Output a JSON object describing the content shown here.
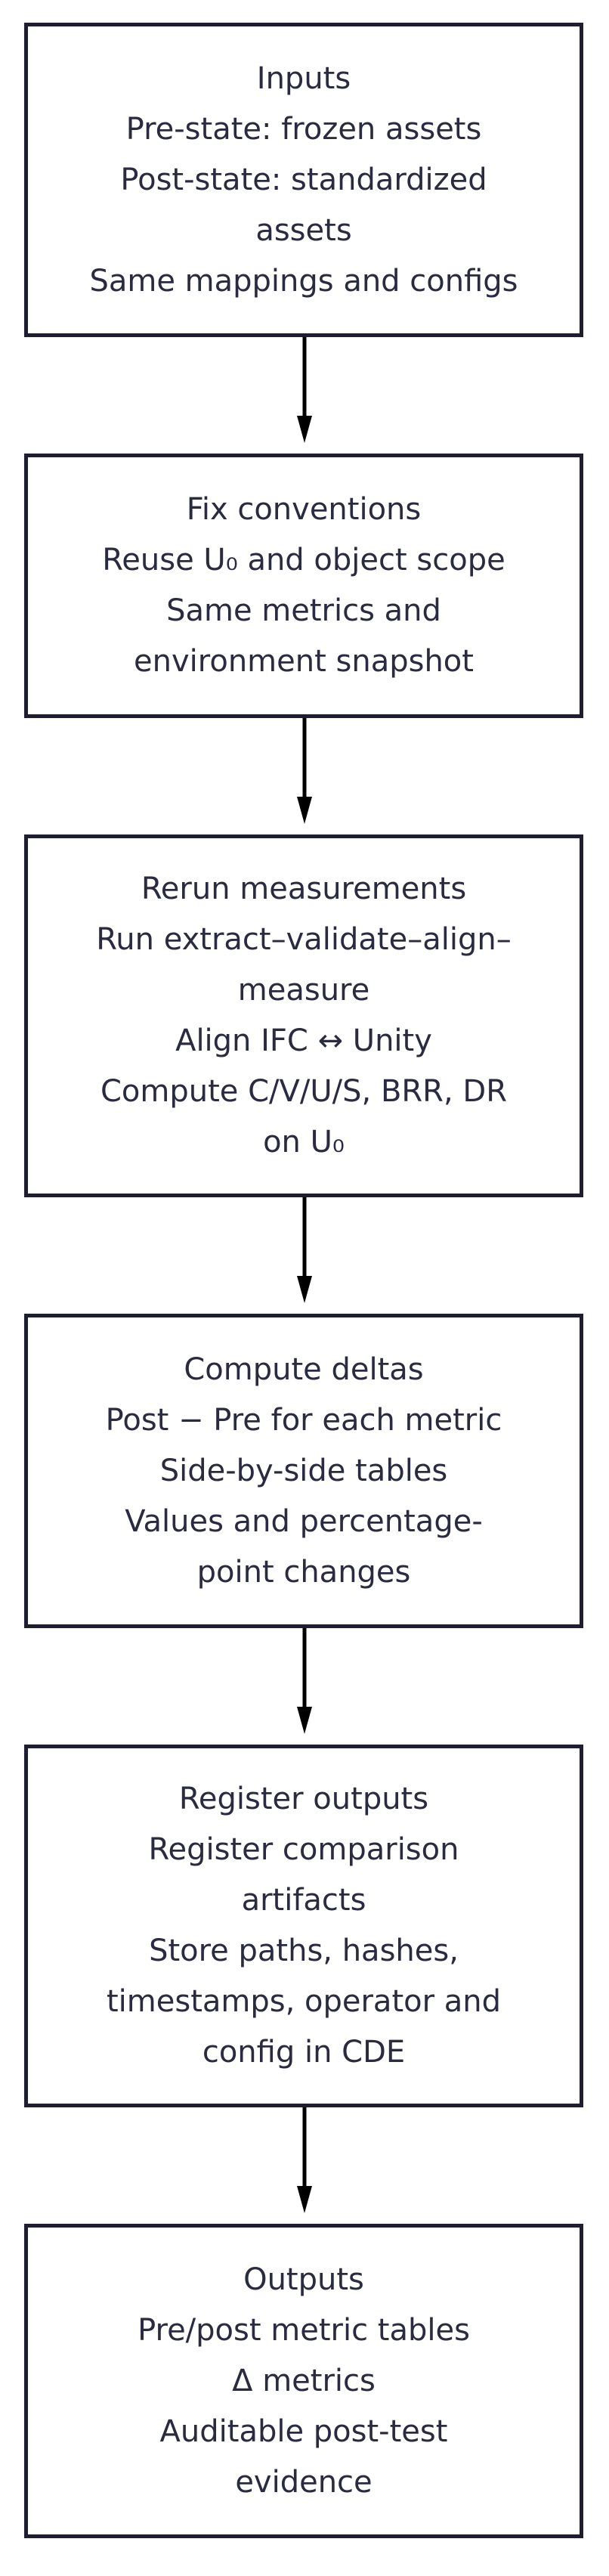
{
  "flowchart": {
    "nodes": [
      {
        "id": "inputs",
        "lines": [
          "Inputs",
          "Pre-state: frozen assets",
          "Post-state: standardized",
          "assets",
          "Same mappings and configs"
        ]
      },
      {
        "id": "fix-conventions",
        "lines": [
          "Fix conventions",
          "Reuse U₀ and object scope",
          "Same metrics and",
          "environment snapshot"
        ]
      },
      {
        "id": "rerun-measurements",
        "lines": [
          "Rerun measurements",
          "Run extract–validate–align–",
          "measure",
          "Align IFC ↔ Unity",
          "Compute C/V/U/S, BRR, DR",
          "on U₀"
        ]
      },
      {
        "id": "compute-deltas",
        "lines": [
          "Compute deltas",
          "Post − Pre for each metric",
          "Side-by-side tables",
          "Values and percentage-",
          "point changes"
        ]
      },
      {
        "id": "register-outputs",
        "lines": [
          "Register outputs",
          "Register comparison",
          "artifacts",
          "Store paths, hashes,",
          "timestamps, operator and",
          "config in CDE"
        ]
      },
      {
        "id": "outputs",
        "lines": [
          "Outputs",
          "Pre/post metric tables",
          "Δ metrics",
          "Auditable post-test",
          "evidence"
        ]
      }
    ],
    "colors": {
      "border": "#1e1e30",
      "text": "#2a2a40",
      "arrow": "#000000",
      "background": "#ffffff"
    }
  }
}
